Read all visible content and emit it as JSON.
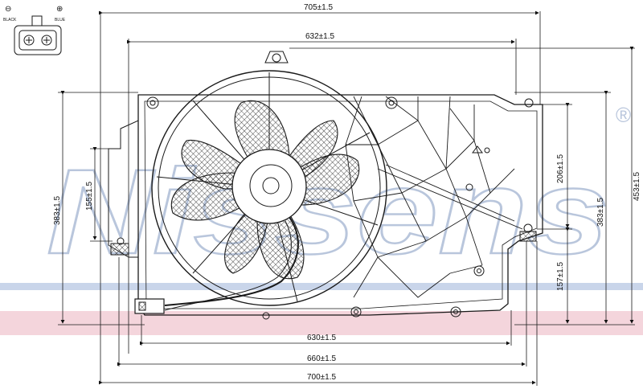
{
  "watermark": {
    "brand": "Nissens",
    "registered": "®"
  },
  "connector": {
    "left_label": "BLACK",
    "right_label": "BLUE",
    "left_symbol": "⊖",
    "right_symbol": "⊕"
  },
  "dimensions": {
    "top_overall": "705±1.5",
    "top_inner": "632±1.5",
    "bottom_1": "630±1.5",
    "bottom_2": "660±1.5",
    "bottom_3": "700±1.5",
    "left_outer": "383±1.5",
    "left_inner": "155±1.5",
    "right_206": "206±1.5",
    "right_383": "383±1.5",
    "right_453": "453±1.5",
    "right_157": "157±1.5"
  },
  "colors": {
    "watermark": "#b9c6dc",
    "band_blue": "#c9d5ea",
    "band_pink": "#f4d5dc",
    "line": "#1a1a1a"
  }
}
